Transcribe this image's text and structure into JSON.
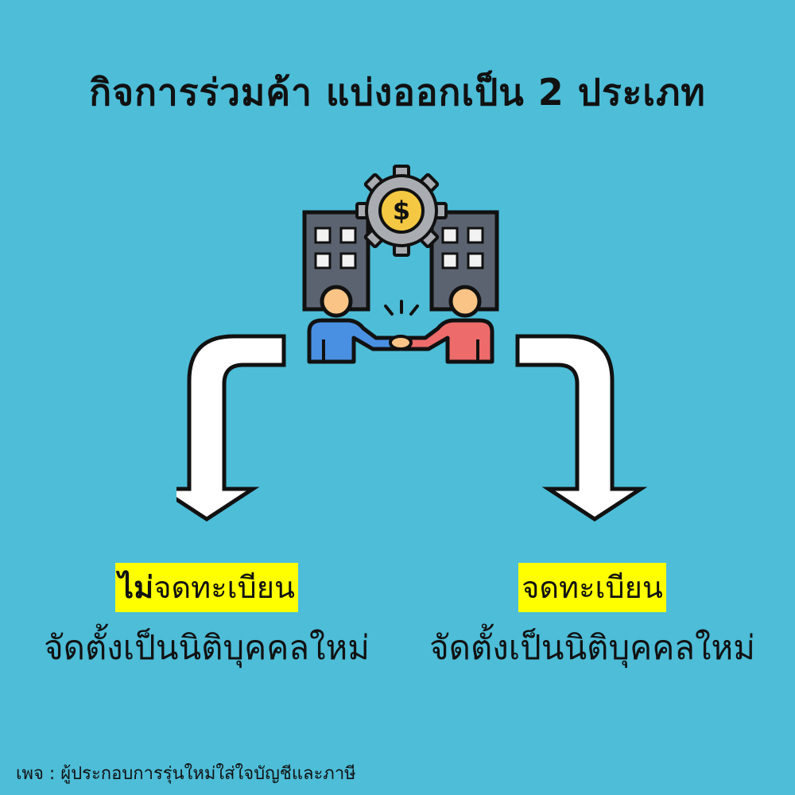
{
  "title": "กิจการร่วมค้า แบ่งออกเป็น 2 ประเภท",
  "left": {
    "label_highlight": "ไม่",
    "label_rest": "จดทะเบียน",
    "description": "จัดตั้งเป็นนิติบุคคลใหม่"
  },
  "right": {
    "label": "จดทะเบียน",
    "description": "จัดตั้งเป็นนิติบุคคลใหม่"
  },
  "footer": "เพจ : ผู้ประกอบการรุ่นใหม่ใส่ใจบัญชีและภาษี",
  "icons": {
    "central": "joint-venture-handshake-icon",
    "coin": "dollar-coin-icon",
    "gear": "gear-icon"
  },
  "colors": {
    "background": "#4dbdd8",
    "highlight": "#ffff00",
    "gear": "#a9adb2",
    "coin": "#f4c842",
    "building": "#5c6370",
    "person_left_shirt": "#4a90e2",
    "person_right_shirt": "#ee6b6b",
    "skin": "#f9c486",
    "arrow_fill": "#ffffff"
  }
}
